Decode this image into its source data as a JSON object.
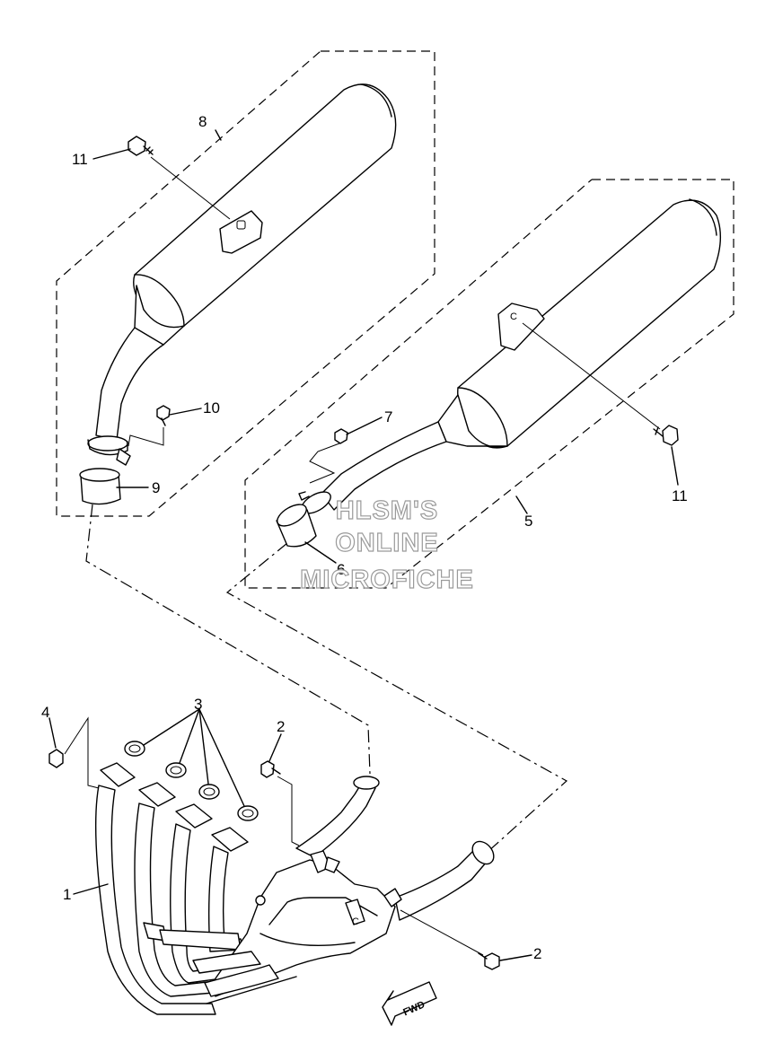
{
  "callouts": {
    "c1": "1",
    "c2a": "2",
    "c2b": "2",
    "c3": "3",
    "c4": "4",
    "c5": "5",
    "c6": "6",
    "c7": "7",
    "c8": "8",
    "c9": "9",
    "c10": "10",
    "c11a": "11",
    "c11b": "11"
  },
  "watermark": {
    "line1": "HLSM'S",
    "line2": "ONLINE",
    "line3": "MICROFICHE"
  },
  "markings": {
    "bracket_c": "C",
    "collector_c": "C"
  },
  "fwd_label": "FWD",
  "icons": [
    "fwd-arrow-icon"
  ]
}
